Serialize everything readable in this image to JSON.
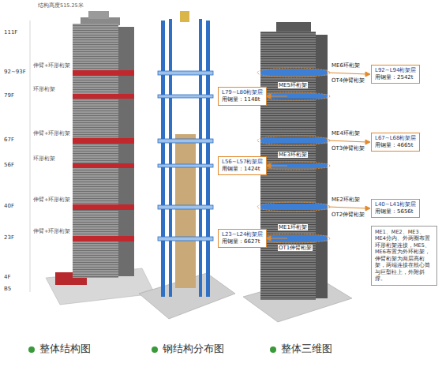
{
  "diagram": {
    "nodes": [
      {
        "text": [
          "L92~L94桁架层",
          "用钢量：2542t"
        ]
      },
      {
        "text": [
          "L79~L80桁架层",
          "用钢量：1148t"
        ]
      },
      {
        "text": [
          "L67~L68桁架层",
          "用钢量：4665t"
        ]
      },
      {
        "text": [
          "L56~L57桁架层",
          "用钢量：1424t"
        ]
      },
      {
        "text": [
          "L40~L41桁架层",
          "用钢量：5656t"
        ]
      },
      {
        "text": [
          "L23~L24桁架层",
          "用钢量：6627t"
        ]
      },
      {
        "text": [
          "ME1、ME2、ME3、ME4分内、外两圈布置环形桁架连接，ME5、ME6布置为外环桁架，伸臂桁架为两层高桁架，两端连接在核心筒与巨型柱上，外附斜撑。"
        ]
      }
    ],
    "labels": [
      "结构高度515.25米",
      "111F",
      "92~93F",
      "79F",
      "67F",
      "56F",
      "40F",
      "23F",
      "4F",
      "B5",
      "伸臂+环形桁架",
      "环形桁架",
      "伸臂+环形桁架",
      "环形桁架",
      "伸臂+环形桁架",
      "伸臂+环形桁架",
      "ME6环桁架",
      "OT4伸臂桁架",
      "ME5环桁架",
      "ME4环桁架",
      "OT3伸臂桁架",
      "ME3环桁架",
      "ME2环桁架",
      "OT2伸臂桁架",
      "ME1环桁架",
      "OT1伸臂桁架",
      "整体结构图",
      "钢结构分布图",
      "整体三维图"
    ]
  }
}
